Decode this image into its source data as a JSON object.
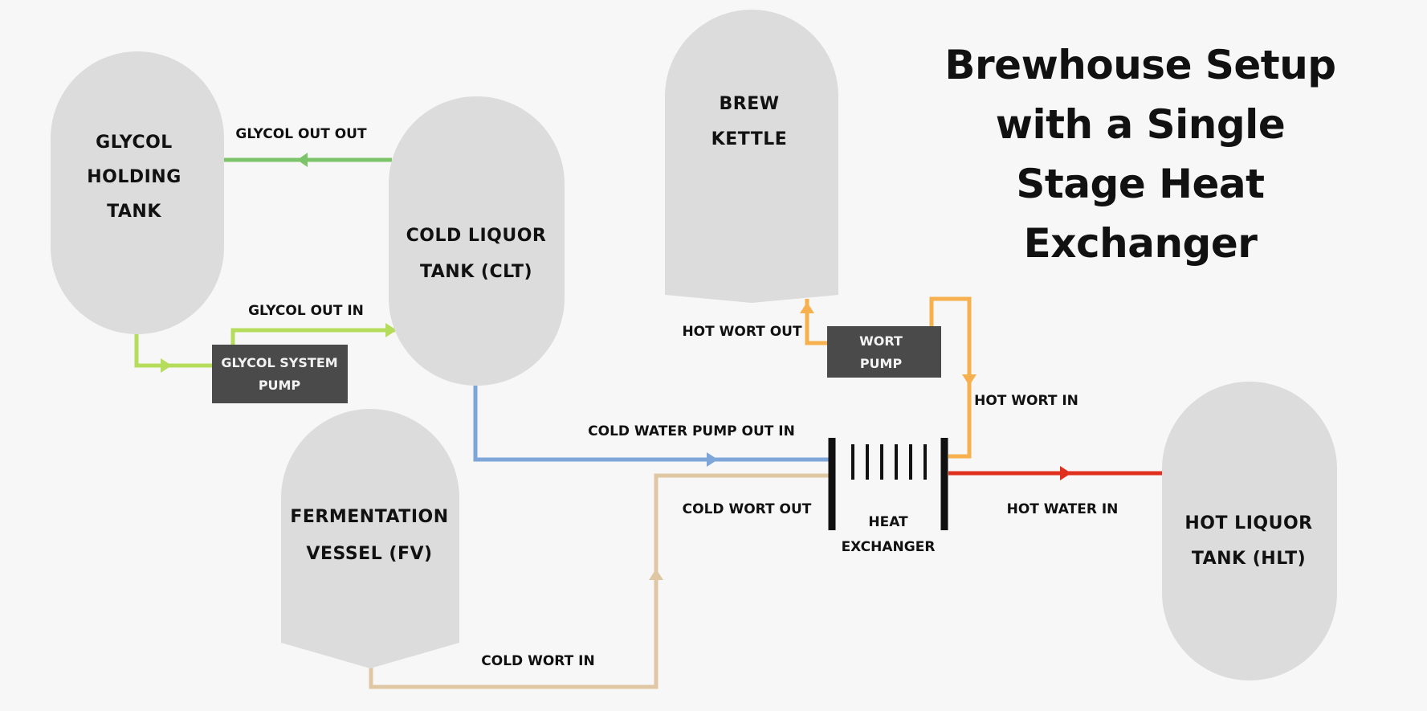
{
  "title": {
    "line1": "Brewhouse Setup",
    "line2": "with a Single",
    "line3": "Stage Heat Exchanger"
  },
  "vessels": {
    "glycol_holding_tank": [
      "GLYCOL",
      "HOLDING",
      "TANK"
    ],
    "cold_liquor_tank": [
      "COLD LIQUOR",
      "TANK (CLT)"
    ],
    "brew_kettle": [
      "BREW",
      "KETTLE"
    ],
    "fermentation_vessel": [
      "FERMENTATION",
      "VESSEL (FV)"
    ],
    "hot_liquor_tank": [
      "HOT LIQUOR",
      "TANK (HLT)"
    ]
  },
  "pumps": {
    "glycol_system_pump": [
      "GLYCOL SYSTEM",
      "PUMP"
    ],
    "wort_pump": [
      "WORT",
      "PUMP"
    ]
  },
  "heat_exchanger": [
    "HEAT",
    "EXCHANGER"
  ],
  "flows": {
    "glycol_out_out": "GLYCOL OUT OUT",
    "glycol_out_in": "GLYCOL OUT IN",
    "hot_wort_out": "HOT WORT OUT",
    "hot_wort_in": "HOT WORT IN",
    "cold_water_pump_out_in": "COLD WATER PUMP OUT IN",
    "cold_wort_out": "COLD WORT OUT",
    "hot_water_in": "HOT WATER IN",
    "cold_wort_in": "COLD WORT IN"
  },
  "colors": {
    "vessel": "#dcdcdc",
    "pump": "#4a4a4a",
    "glycol_return": "#7cc46a",
    "glycol_supply": "#b6dc5c",
    "cold_water": "#7ea6d8",
    "hot_wort": "#f6b04e",
    "cold_wort": "#e0c7a4",
    "hot_water": "#e0311f",
    "exchanger": "#111111"
  }
}
